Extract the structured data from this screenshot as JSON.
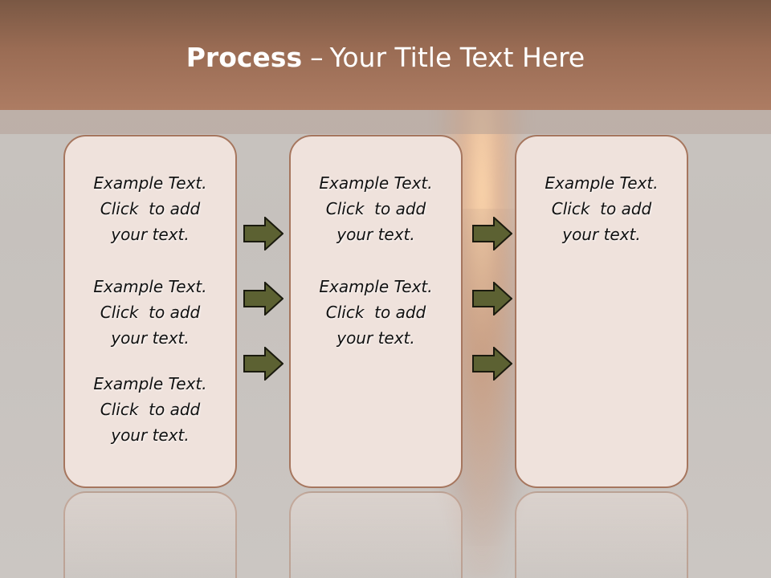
{
  "title": {
    "bold": "Process",
    "separator": "–",
    "rest": "Your Title Text Here"
  },
  "colors": {
    "header": "#9a6c54",
    "box_fill": "#efe2dc",
    "box_border": "#a6765e",
    "arrow_fill": "#5c6132",
    "text": "#111111"
  },
  "icons": [
    "right-arrow-icon"
  ],
  "columns": [
    {
      "items": [
        {
          "line1": "Example Text.",
          "line2": "Click  to add",
          "line3": "your text."
        },
        {
          "line1": "Example Text.",
          "line2": "Click  to add",
          "line3": "your text."
        },
        {
          "line1": "Example Text.",
          "line2": "Click  to add",
          "line3": "your text."
        }
      ]
    },
    {
      "items": [
        {
          "line1": "Example Text.",
          "line2": "Click  to add",
          "line3": "your text."
        },
        {
          "line1": "Example Text.",
          "line2": "Click  to add",
          "line3": "your text."
        }
      ]
    },
    {
      "items": [
        {
          "line1": "Example Text.",
          "line2": "Click  to add",
          "line3": "your text."
        }
      ]
    }
  ]
}
